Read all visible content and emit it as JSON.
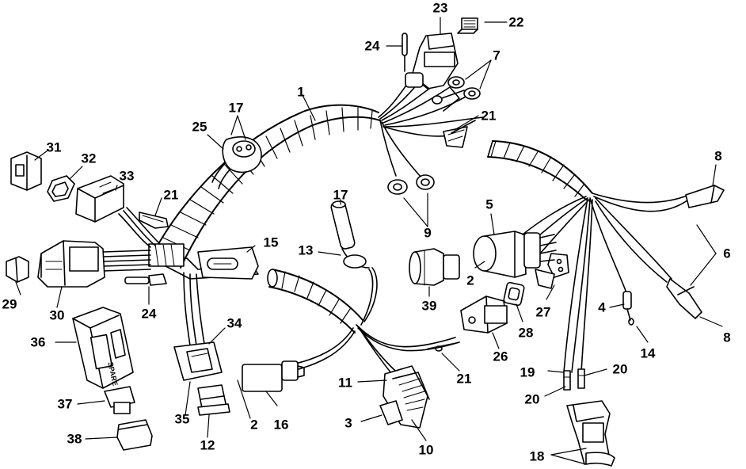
{
  "diagram": {
    "ink_color": "#000000",
    "background_color": "#ffffff",
    "callouts": [
      {
        "id": "c1",
        "text": "1"
      },
      {
        "id": "c2a",
        "text": "2"
      },
      {
        "id": "c2b",
        "text": "2"
      },
      {
        "id": "c3",
        "text": "3"
      },
      {
        "id": "c4",
        "text": "4"
      },
      {
        "id": "c5",
        "text": "5"
      },
      {
        "id": "c6",
        "text": "6"
      },
      {
        "id": "c7",
        "text": "7"
      },
      {
        "id": "c8a",
        "text": "8"
      },
      {
        "id": "c8b",
        "text": "8"
      },
      {
        "id": "c9",
        "text": "9"
      },
      {
        "id": "c10",
        "text": "10"
      },
      {
        "id": "c11",
        "text": "11"
      },
      {
        "id": "c12",
        "text": "12"
      },
      {
        "id": "c13",
        "text": "13"
      },
      {
        "id": "c14",
        "text": "14"
      },
      {
        "id": "c15",
        "text": "15"
      },
      {
        "id": "c16",
        "text": "16"
      },
      {
        "id": "c17a",
        "text": "17"
      },
      {
        "id": "c17b",
        "text": "17"
      },
      {
        "id": "c18",
        "text": "18"
      },
      {
        "id": "c19",
        "text": "19"
      },
      {
        "id": "c20a",
        "text": "20"
      },
      {
        "id": "c20b",
        "text": "20"
      },
      {
        "id": "c21a",
        "text": "21"
      },
      {
        "id": "c21b",
        "text": "21"
      },
      {
        "id": "c21c",
        "text": "21"
      },
      {
        "id": "c22",
        "text": "22"
      },
      {
        "id": "c23",
        "text": "23"
      },
      {
        "id": "c24a",
        "text": "24"
      },
      {
        "id": "c24b",
        "text": "24"
      },
      {
        "id": "c25",
        "text": "25"
      },
      {
        "id": "c26",
        "text": "26"
      },
      {
        "id": "c27",
        "text": "27"
      },
      {
        "id": "c28",
        "text": "28"
      },
      {
        "id": "c29",
        "text": "29"
      },
      {
        "id": "c30",
        "text": "30"
      },
      {
        "id": "c31",
        "text": "31"
      },
      {
        "id": "c32",
        "text": "32"
      },
      {
        "id": "c33",
        "text": "33"
      },
      {
        "id": "c34",
        "text": "34"
      },
      {
        "id": "c35",
        "text": "35"
      },
      {
        "id": "c36",
        "text": "36"
      },
      {
        "id": "c37",
        "text": "37"
      },
      {
        "id": "c38",
        "text": "38"
      },
      {
        "id": "c39",
        "text": "39"
      }
    ],
    "fuse_holder_text": "SPARE"
  }
}
